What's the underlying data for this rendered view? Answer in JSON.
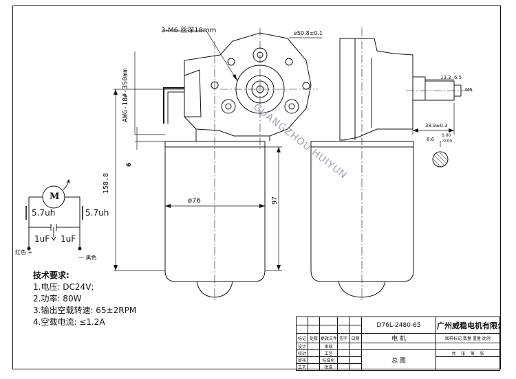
{
  "drawing": {
    "thread_callout": "3-M6 丝深18mm",
    "cable_label": "AWG-18#-350mm",
    "flange_dia": "ø50.8±0.1",
    "motor_dia": "ø76",
    "height_total": "158.8",
    "height_body": "97",
    "dim_6": "6",
    "shaft_13": "13.3",
    "shaft_65": "6.5",
    "shaft_m6": "M6",
    "offset_389": "38.9±0.3",
    "key_66": "6.6",
    "tol_upper": "0.00",
    "tol_lower": "-0.05",
    "watermark": "GUANGZHOU HUIYUN"
  },
  "schematic": {
    "motor_symbol": "M",
    "inductor_left": "5.7uh",
    "inductor_right": "5.7uh",
    "cap_left": "1uF",
    "cap_right": "1uF",
    "lead_red": "红色 +",
    "lead_black": "一 黑色"
  },
  "requirements": {
    "heading": "技术要求:",
    "items": [
      "1.电压: DC24V;",
      "2.功率: 80W",
      "3.输出空载转速: 65±2RPM",
      "4.空载电流: ≤1.2A"
    ]
  },
  "title_block": {
    "model": "D76L-2480-65",
    "company": "广州威稳电机有限公司",
    "part_name": "电    机",
    "drawing_name": "总   图",
    "header_cells": [
      "图样标记",
      "数量",
      "重量",
      "比例"
    ],
    "left_header": [
      "标记",
      "处数",
      "更改文件号",
      "签字",
      "日期"
    ],
    "rows": [
      {
        "a": "设计",
        "b": "审核"
      },
      {
        "a": "校对",
        "b": "工艺"
      },
      {
        "a": "审核",
        "b": "标准化"
      },
      {
        "a": "工艺",
        "b": "批准"
      }
    ],
    "sheet_cells": [
      "共",
      "张",
      "第",
      "张"
    ]
  }
}
